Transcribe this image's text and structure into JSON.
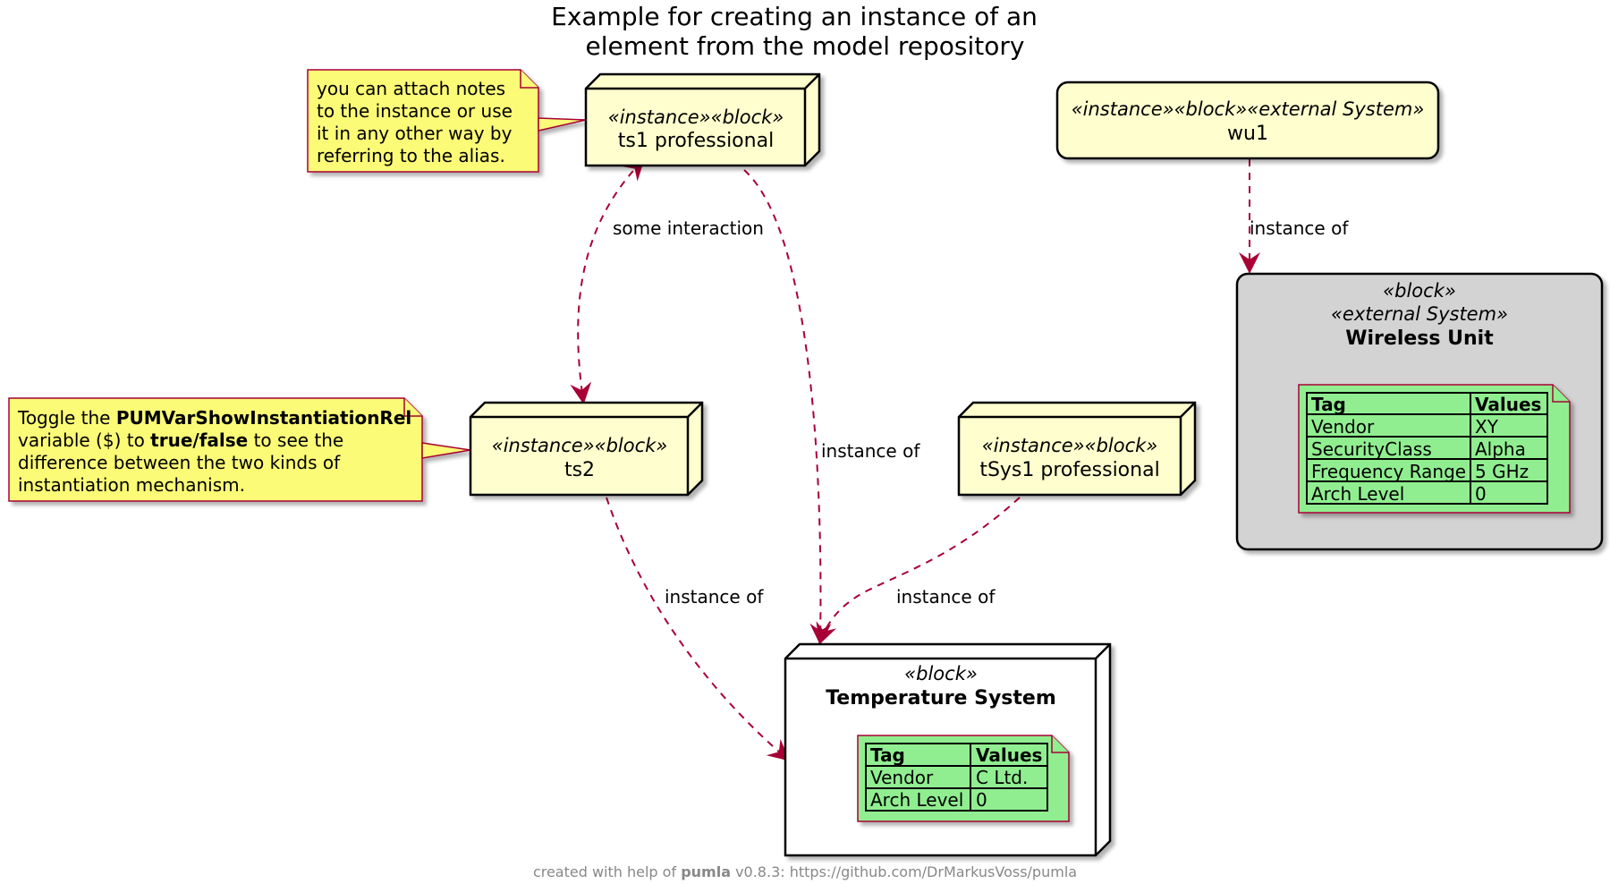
{
  "title": {
    "line1": "Example for creating an instance of an",
    "line2": "element from the model repository"
  },
  "nodes": {
    "ts1": {
      "stereotype": "«instance»«block»",
      "name": "ts1 professional"
    },
    "ts2": {
      "stereotype": "«instance»«block»",
      "name": "ts2"
    },
    "tsys1": {
      "stereotype": "«instance»«block»",
      "name": "tSys1 professional"
    },
    "wu1": {
      "stereotype": "«instance»«block»«external System»",
      "name": "wu1"
    },
    "temp_system": {
      "stereotype": "«block»",
      "name": "Temperature System",
      "table": {
        "headers": [
          "Tag",
          "Values"
        ],
        "rows": [
          [
            "Vendor",
            "C Ltd."
          ],
          [
            "Arch Level",
            "0"
          ]
        ]
      }
    },
    "wireless_unit": {
      "stereotype1": "«block»",
      "stereotype2": "«external System»",
      "name": "Wireless Unit",
      "table": {
        "headers": [
          "Tag",
          "Values"
        ],
        "rows": [
          [
            "Vendor",
            "XY"
          ],
          [
            "SecurityClass",
            "Alpha"
          ],
          [
            "Frequency Range",
            "5 GHz"
          ],
          [
            "Arch Level",
            "0"
          ]
        ]
      }
    }
  },
  "notes": {
    "ts1_note": {
      "lines": [
        "you can attach notes",
        "to the instance or use",
        "it in any other way by",
        "referring to the alias."
      ]
    },
    "ts2_note": {
      "line1_prefix": "Toggle the ",
      "line1_bold": "PUMVarShowInstantiationRel",
      "line2_prefix": "variable ($) to ",
      "line2_bold": "true/false",
      "line2_suffix": " to see the",
      "line3": "difference between the two kinds of",
      "line4": "instantiation mechanism."
    }
  },
  "edges": {
    "some_interaction": "some interaction",
    "ts1_instance_of": "instance of",
    "ts2_instance_of": "instance of",
    "tsys1_instance_of": "instance of",
    "wu1_instance_of": "instance of"
  },
  "footer": {
    "prefix": "created with help of ",
    "tool": "pumla",
    "suffix": " v0.8.3: https://github.com/DrMarkusVoss/pumla"
  },
  "colors": {
    "node_fill": "#FEFECE",
    "note_fill": "#FBFB77",
    "note_border": "#A80036",
    "table_fill": "#90EE90",
    "block_fill": "#D3D3D3",
    "edge": "#A80036"
  }
}
